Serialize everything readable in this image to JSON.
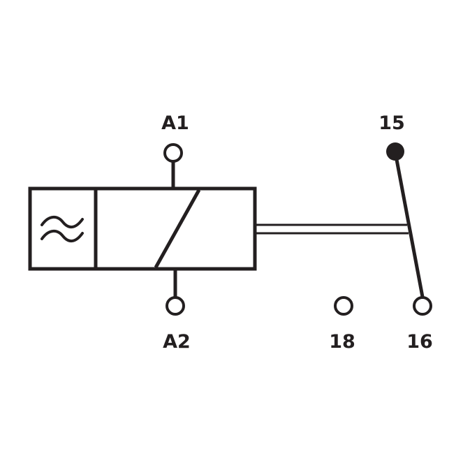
{
  "terminals": {
    "a1": "A1",
    "a2": "A2",
    "t15": "15",
    "t16": "16",
    "t18": "18"
  },
  "coil": {
    "ac_symbol": "≈"
  },
  "colors": {
    "line": "#231f20",
    "background": "#ffffff"
  }
}
